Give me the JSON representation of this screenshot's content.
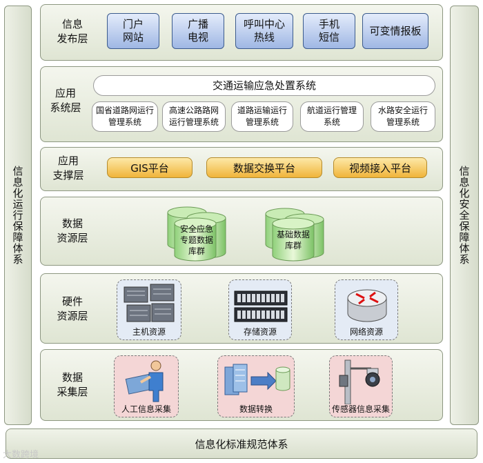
{
  "side_left": "信息化运行保障体系",
  "side_right": "信息化安全保障体系",
  "bottom": "信息化标准规范体系",
  "watermark": "大数跨境",
  "layers": {
    "publish": {
      "label": "信息\n发布层",
      "items": [
        "门户\n网站",
        "广播\n电视",
        "呼叫中心\n热线",
        "手机\n短信",
        "可变情报板"
      ]
    },
    "application": {
      "label": "应用\n系统层",
      "banner": "交通运输应急处置系统",
      "items": [
        "国省道路网运行\n管理系统",
        "高速公路路网\n运行管理系统",
        "道路运输运行\n管理系统",
        "航道运行管理\n系统",
        "水路安全运行\n管理系统"
      ]
    },
    "support": {
      "label": "应用\n支撑层",
      "items": [
        "GIS平台",
        "数据交换平台",
        "视频接入平台"
      ]
    },
    "data": {
      "label": "数据\n资源层",
      "items": [
        "安全应急\n专题数据\n库群",
        "基础数据\n库群"
      ]
    },
    "hardware": {
      "label": "硬件\n资源层",
      "items": [
        "主机资源",
        "存储资源",
        "网络资源"
      ],
      "icons": [
        "server-rack-icon",
        "storage-array-icon",
        "router-icon"
      ]
    },
    "collect": {
      "label": "数据\n采集层",
      "items": [
        "人工信息采集",
        "数据转换",
        "传感器信息采集"
      ],
      "icons": [
        "worker-icon",
        "data-conversion-icon",
        "camera-pole-icon"
      ]
    }
  }
}
